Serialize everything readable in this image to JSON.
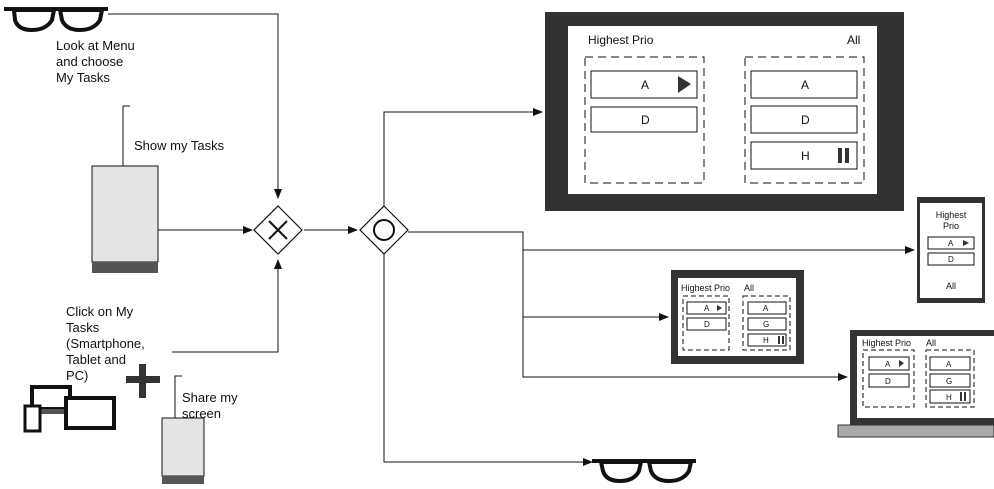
{
  "annotations": {
    "look_menu": [
      "Look at Menu",
      "and choose",
      "My Tasks"
    ],
    "show_tasks": "Show my Tasks",
    "click_tasks": [
      "Click on My",
      "Tasks",
      "(Smartphone,",
      "Tablet and",
      "PC)"
    ],
    "share_screen": [
      "Share my",
      "screen"
    ]
  },
  "big_screen": {
    "header_left": "Highest Prio",
    "header_right": "All",
    "left_column": [
      "A",
      "D"
    ],
    "right_column": [
      "A",
      "D",
      "H"
    ]
  },
  "phone_screen": {
    "header": [
      "Highest",
      "Prio"
    ],
    "items": [
      "A",
      "D"
    ],
    "footer": "All"
  },
  "tablet_screen": {
    "header_left": "Highest Prio",
    "header_right": "All",
    "left_column": [
      "A",
      "D"
    ],
    "right_column": [
      "A",
      "G",
      "H"
    ]
  },
  "laptop_screen": {
    "header_left": "Highest Prio",
    "header_right": "All",
    "left_column": [
      "A",
      "D"
    ],
    "right_column": [
      "A",
      "G",
      "H"
    ]
  },
  "icons": {
    "glasses": "glasses-icon",
    "devices": "devices-icon",
    "plus": "plus-icon",
    "document": "document-icon",
    "exclusive_gateway": "exclusive-gateway-icon",
    "inclusive_gateway": "inclusive-gateway-icon",
    "play": "play-icon",
    "pause": "pause-icon"
  },
  "colors": {
    "line": "#111111",
    "screen_frame": "#333333",
    "doc_fill": "#e4e4e4",
    "doc_base": "#555555",
    "laptop_base": "#aaaaaa"
  }
}
